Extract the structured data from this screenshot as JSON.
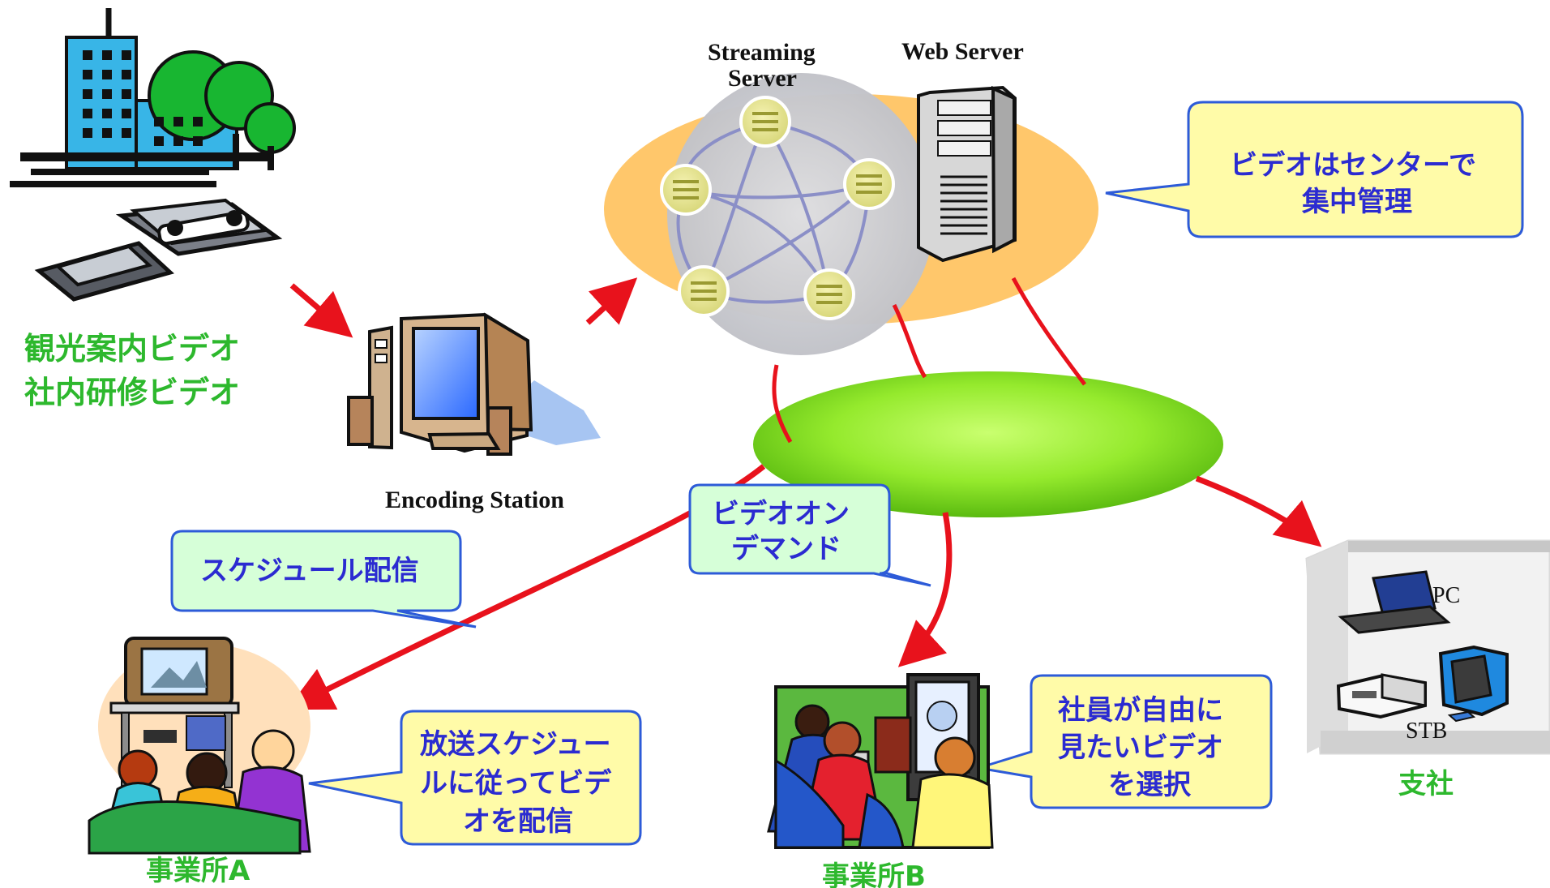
{
  "source": {
    "lines": [
      "観光案内ビデオ",
      "社内研修ビデオ"
    ]
  },
  "encoding": {
    "label": "Encoding Station"
  },
  "streaming": {
    "lines": [
      "Streaming",
      "Server"
    ]
  },
  "web": {
    "label": "Web Server"
  },
  "callout_center": {
    "lines": [
      "ビデオはセンターで",
      "集中管理"
    ]
  },
  "callout_vod": {
    "lines": [
      "ビデオオン",
      "デマンド"
    ]
  },
  "callout_schedule": {
    "label": "スケジュール配信"
  },
  "callout_broadcast": {
    "lines": [
      "放送スケジュー",
      "ルに従ってビデ",
      "オを配信"
    ]
  },
  "callout_select": {
    "lines": [
      "社員が自由に",
      "見たいビデオ",
      "を選択"
    ]
  },
  "office_a": {
    "label": "事業所A"
  },
  "office_b": {
    "label": "事業所B"
  },
  "branch": {
    "label": "支社",
    "pc_label": "PC",
    "stb_label": "STB"
  },
  "colors": {
    "arrow": "#e8121c",
    "network": "#8ee01f",
    "server_zone": "#ffc76b",
    "callout_yellow": "#fffba8",
    "callout_green": "#d6ffd8",
    "callout_border": "#2d5bd8",
    "green_text": "#2db82d",
    "blue_text": "#2b2bd1"
  }
}
